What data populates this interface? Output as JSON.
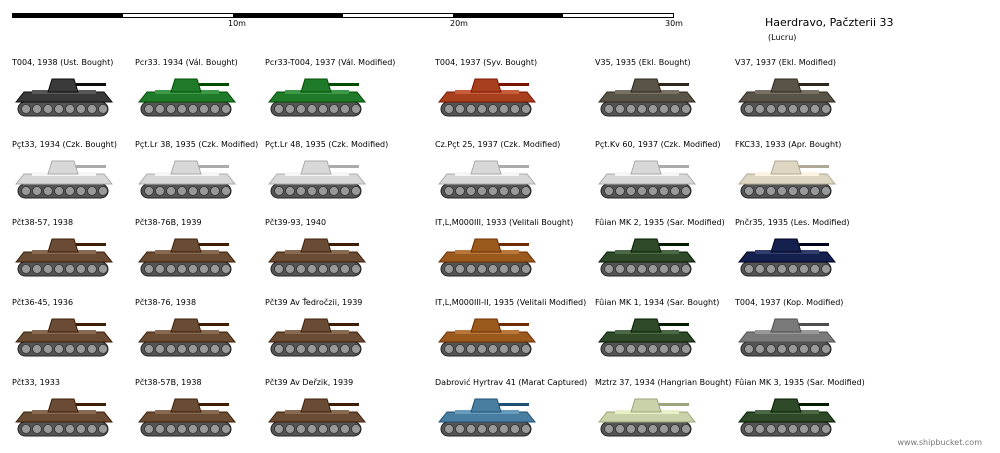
{
  "header": {
    "title": "Haerdravo, Pačzterii 33",
    "subtitle": "(Lucru)",
    "scale_ticks": [
      "10m",
      "20m",
      "30m"
    ],
    "credit": "www.shipbucket.com"
  },
  "vehicles": [
    {
      "label": "T004, 1938 (Ust. Bought)",
      "color": "#3a3a3a"
    },
    {
      "label": "Pcr33. 1934 (Vál. Bought)",
      "color": "#1f7a2a"
    },
    {
      "label": "Pcr33-T004, 1937 (Vál. Modified)",
      "color": "#1f7a2a"
    },
    {
      "label": "T004, 1937 (Syv. Bought)",
      "color": "#a8401e"
    },
    {
      "label": "V35, 1935 (Ekl. Bought)",
      "color": "#5a5448"
    },
    {
      "label": "V37, 1937 (Ekl. Modified)",
      "color": "#5a5448"
    },
    {
      "label": "Pçt33, 1934 (Czk. Bought)",
      "color": "#d8d8d8"
    },
    {
      "label": "Pçt.Lr 38, 1935 (Czk. Modified)",
      "color": "#d8d8d8"
    },
    {
      "label": "Pçt.Lr 48, 1935 (Czk. Modified)",
      "color": "#d8d8d8"
    },
    {
      "label": "Cz.Pçt 25, 1937 (Czk. Modified)",
      "color": "#d8d8d8"
    },
    {
      "label": "Pçt.Kv 60, 1937 (Czk. Modified)",
      "color": "#d8d8d8"
    },
    {
      "label": "FKC33, 1933 (Apr. Bought)",
      "color": "#ddd6c2"
    },
    {
      "label": "Pčt38-57, 1938",
      "color": "#6a4b34"
    },
    {
      "label": "Pčt38-76B, 1939",
      "color": "#6a4b34"
    },
    {
      "label": "Pčt39-93, 1940",
      "color": "#6a4b34"
    },
    {
      "label": "IT,L,M000III, 1933 (Velitali Bought)",
      "color": "#9a5a1e"
    },
    {
      "label": "Fûian MK 2, 1935 (Sar. Modified)",
      "color": "#2f4a28"
    },
    {
      "label": "Pnčr35, 1935 (Les. Modified)",
      "color": "#14204e"
    },
    {
      "label": "Pčt36-45, 1936",
      "color": "#6a4b34"
    },
    {
      "label": "Pčt38-76, 1938",
      "color": "#6a4b34"
    },
    {
      "label": "Pčt39 Av Ťedročzii, 1939",
      "color": "#6a4b34"
    },
    {
      "label": "IT,L,M000III-II, 1935 (Velitali Modified)",
      "color": "#9a5a1e"
    },
    {
      "label": "Fûian MK 1, 1934 (Sar. Bought)",
      "color": "#2f4a28"
    },
    {
      "label": "T004, 1937 (Kop. Modified)",
      "color": "#7a7a7a"
    },
    {
      "label": "Pčt33, 1933",
      "color": "#6a4b34"
    },
    {
      "label": "Pčt38-57B, 1938",
      "color": "#6a4b34"
    },
    {
      "label": "Pčt39 Av Deřzik, 1939",
      "color": "#6a4b34"
    },
    {
      "label": "Dabrović Hyrtrav 41 (Marat Captured)",
      "color": "#4a7ea0"
    },
    {
      "label": "Mztrz 37, 1934 (Hangrian Bought)",
      "color": "#c9d2a8"
    },
    {
      "label": "Fûian MK 3, 1935 (Sar. Modified)",
      "color": "#2f4a28"
    }
  ]
}
